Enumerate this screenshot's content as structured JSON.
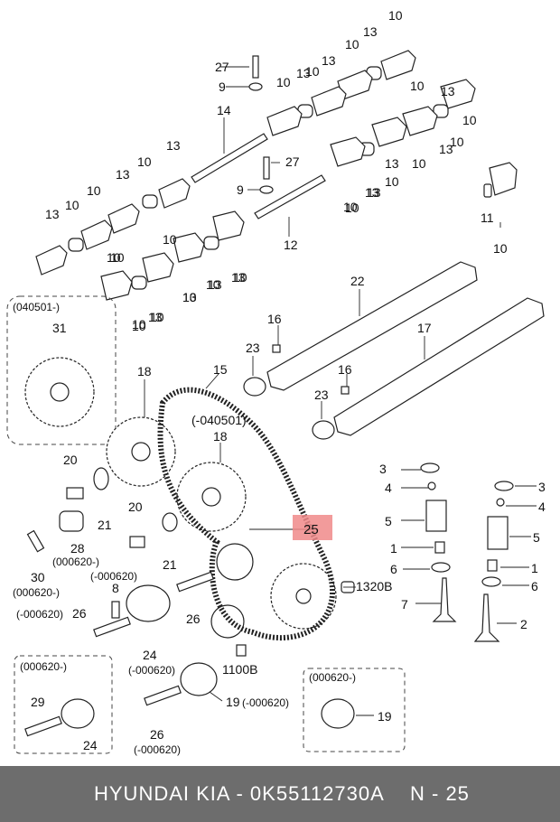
{
  "diagram": {
    "callouts": [
      {
        "id": "c1",
        "text": "10"
      },
      {
        "id": "c2",
        "text": "13"
      },
      {
        "id": "c3",
        "text": "10"
      },
      {
        "id": "c4",
        "text": "13"
      },
      {
        "id": "c5",
        "text": "10"
      },
      {
        "id": "c6",
        "text": "13"
      },
      {
        "id": "c7",
        "text": "10"
      },
      {
        "id": "c8",
        "text": "27"
      },
      {
        "id": "c9",
        "text": "9"
      },
      {
        "id": "c10",
        "text": "14"
      },
      {
        "id": "c11",
        "text": "10"
      },
      {
        "id": "c12",
        "text": "13"
      },
      {
        "id": "c13",
        "text": "10"
      },
      {
        "id": "c14",
        "text": "13"
      },
      {
        "id": "c15",
        "text": "10"
      },
      {
        "id": "c16",
        "text": "27"
      },
      {
        "id": "c17",
        "text": "9"
      },
      {
        "id": "c18",
        "text": "10"
      },
      {
        "id": "c19",
        "text": "13"
      },
      {
        "id": "c20",
        "text": "10"
      },
      {
        "id": "c21",
        "text": "13"
      },
      {
        "id": "c22",
        "text": "10"
      },
      {
        "id": "c23",
        "text": "13"
      },
      {
        "id": "c24",
        "text": "10"
      },
      {
        "id": "c25",
        "text": "13"
      },
      {
        "id": "c26",
        "text": "10"
      },
      {
        "id": "c27",
        "text": "10"
      },
      {
        "id": "c28",
        "text": "13"
      },
      {
        "id": "c29",
        "text": "10"
      },
      {
        "id": "c30",
        "text": "12"
      },
      {
        "id": "c31",
        "text": "11"
      },
      {
        "id": "c32",
        "text": "10"
      },
      {
        "id": "c33",
        "text": "10"
      },
      {
        "id": "c34",
        "text": "13"
      },
      {
        "id": "c35",
        "text": "10"
      },
      {
        "id": "c36",
        "text": "10"
      },
      {
        "id": "c37",
        "text": "13"
      },
      {
        "id": "c38",
        "text": "10"
      },
      {
        "id": "c39",
        "text": "10"
      },
      {
        "id": "c40",
        "text": "13"
      },
      {
        "id": "c41",
        "text": "10"
      },
      {
        "id": "c42",
        "text": "10"
      },
      {
        "id": "c43",
        "text": "13"
      },
      {
        "id": "c44",
        "text": "10"
      },
      {
        "id": "c45",
        "text": "13"
      },
      {
        "id": "c46",
        "text": "10"
      },
      {
        "id": "c47",
        "text": "22"
      },
      {
        "id": "c48",
        "text": "16"
      },
      {
        "id": "c49",
        "text": "23"
      },
      {
        "id": "c50",
        "text": "17"
      },
      {
        "id": "c51",
        "text": "16"
      },
      {
        "id": "c52",
        "text": "23"
      },
      {
        "id": "c53",
        "text": "31"
      },
      {
        "id": "c54",
        "text": "18"
      },
      {
        "id": "c55",
        "text": "15"
      },
      {
        "id": "c56",
        "text": "(-040501)"
      },
      {
        "id": "c57",
        "text": "18"
      },
      {
        "id": "c58",
        "text": "20"
      },
      {
        "id": "c59",
        "text": "21"
      },
      {
        "id": "c60",
        "text": "28"
      },
      {
        "id": "c61",
        "text": "(000620-)"
      },
      {
        "id": "c62",
        "text": "30"
      },
      {
        "id": "c63",
        "text": "(000620-)"
      },
      {
        "id": "c64",
        "text": "20"
      },
      {
        "id": "c65",
        "text": "21"
      },
      {
        "id": "c66",
        "text": "(-000620)"
      },
      {
        "id": "c67",
        "text": "8"
      },
      {
        "id": "c68",
        "text": "(-000620)"
      },
      {
        "id": "c69",
        "text": "26"
      },
      {
        "id": "c70",
        "text": "26"
      },
      {
        "id": "c71",
        "text": "24"
      },
      {
        "id": "c72",
        "text": "(-000620)"
      },
      {
        "id": "c73",
        "text": "1320B"
      },
      {
        "id": "c74",
        "text": "1100B"
      },
      {
        "id": "c75",
        "text": "19"
      },
      {
        "id": "c76",
        "text": "(-000620)"
      },
      {
        "id": "c77",
        "text": "26"
      },
      {
        "id": "c78",
        "text": "(-000620)"
      },
      {
        "id": "c79",
        "text": "29"
      },
      {
        "id": "c80",
        "text": "24"
      },
      {
        "id": "c81",
        "text": "19"
      },
      {
        "id": "c82",
        "text": "3"
      },
      {
        "id": "c83",
        "text": "4"
      },
      {
        "id": "c84",
        "text": "5"
      },
      {
        "id": "c85",
        "text": "1"
      },
      {
        "id": "c86",
        "text": "6"
      },
      {
        "id": "c87",
        "text": "7"
      },
      {
        "id": "c88",
        "text": "3"
      },
      {
        "id": "c89",
        "text": "4"
      },
      {
        "id": "c90",
        "text": "5"
      },
      {
        "id": "c91",
        "text": "1"
      },
      {
        "id": "c92",
        "text": "6"
      },
      {
        "id": "c93",
        "text": "2"
      }
    ],
    "box_labels": {
      "box_040501": "(040501-)",
      "box_000620_left": "(000620-)",
      "box_000620_right": "(000620-)"
    },
    "highlight_label": "25",
    "highlight_color": "#f08a8a"
  },
  "footer": {
    "brand": "HYUNDAI  KIA - 0K55112730A",
    "page": "N - 25",
    "background": "#6d6d6d"
  }
}
